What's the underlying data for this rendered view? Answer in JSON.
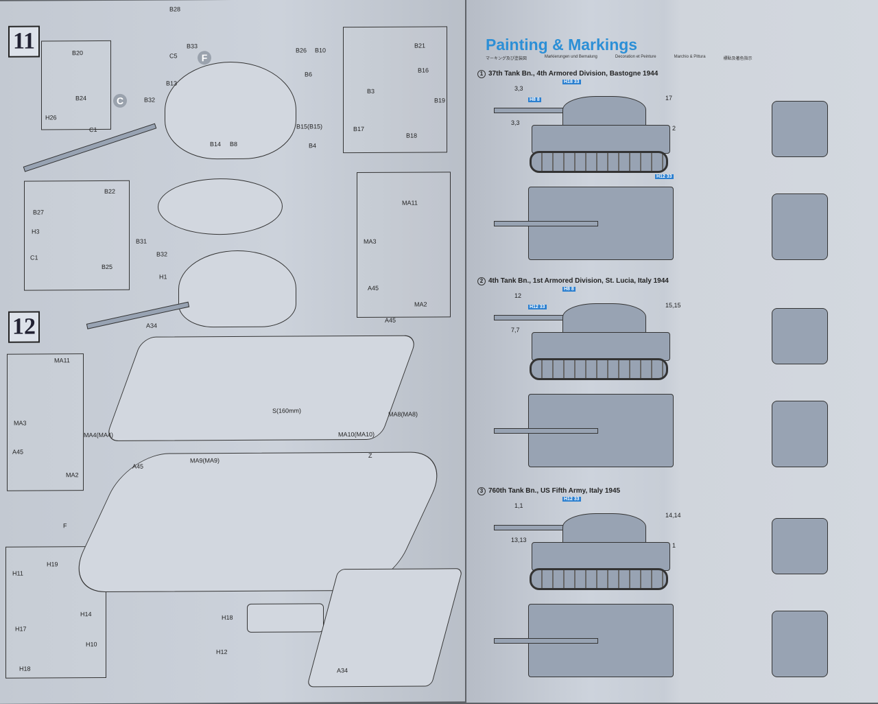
{
  "left_page": {
    "steps": [
      "11",
      "12"
    ],
    "callout_letters": [
      "F",
      "C"
    ],
    "labels": [
      "B28",
      "B33",
      "C5",
      "B26",
      "B10",
      "B20",
      "B24",
      "C1",
      "H26",
      "B13",
      "B32",
      "B6",
      "B15(B15)",
      "B14",
      "B8",
      "B4",
      "B22",
      "B27",
      "H3",
      "C1",
      "B25",
      "B31",
      "B32",
      "H1",
      "B21",
      "B16",
      "B19",
      "B17",
      "B18",
      "B3",
      "MA11",
      "MA3",
      "A45",
      "MA2",
      "A34",
      "A45",
      "S(160mm)",
      "MA8(MA8)",
      "MA4(MA4)",
      "MA10(MA10)",
      "MA11",
      "MA3",
      "A45",
      "MA2",
      "A45",
      "MA9(MA9)",
      "Z",
      "F",
      "H19",
      "H11",
      "H14",
      "H17",
      "H10",
      "H18",
      "H18",
      "H12",
      "A34"
    ]
  },
  "right_page": {
    "title": "Painting & Markings",
    "subtitles": [
      "マーキング及び塗装図",
      "Markierungen und Bemalung",
      "Decoration et Peinture",
      "Marchio & Pittura",
      "標貼及著色指示"
    ],
    "schemes": [
      {
        "num": "1",
        "title": "37th Tank Bn., 4th Armored Division, Bastogne 1944",
        "callouts": [
          "3,3",
          "3,3",
          "17",
          "2"
        ],
        "colors": [
          "H18 33",
          "H8 8",
          "H12 33"
        ]
      },
      {
        "num": "2",
        "title": "4th Tank Bn., 1st Armored Division, St. Lucia, Italy 1944",
        "callouts": [
          "12",
          "7,7",
          "15,15"
        ],
        "colors": [
          "H8 8",
          "H12 33"
        ]
      },
      {
        "num": "3",
        "title": "760th Tank Bn., US Fifth Army, Italy 1945",
        "callouts": [
          "1,1",
          "13,13",
          "14,14",
          "1"
        ],
        "colors": [
          "H12 33"
        ]
      }
    ],
    "colors": {
      "accent": "#2c8fd6",
      "vehicle": "#98a3b3"
    }
  }
}
